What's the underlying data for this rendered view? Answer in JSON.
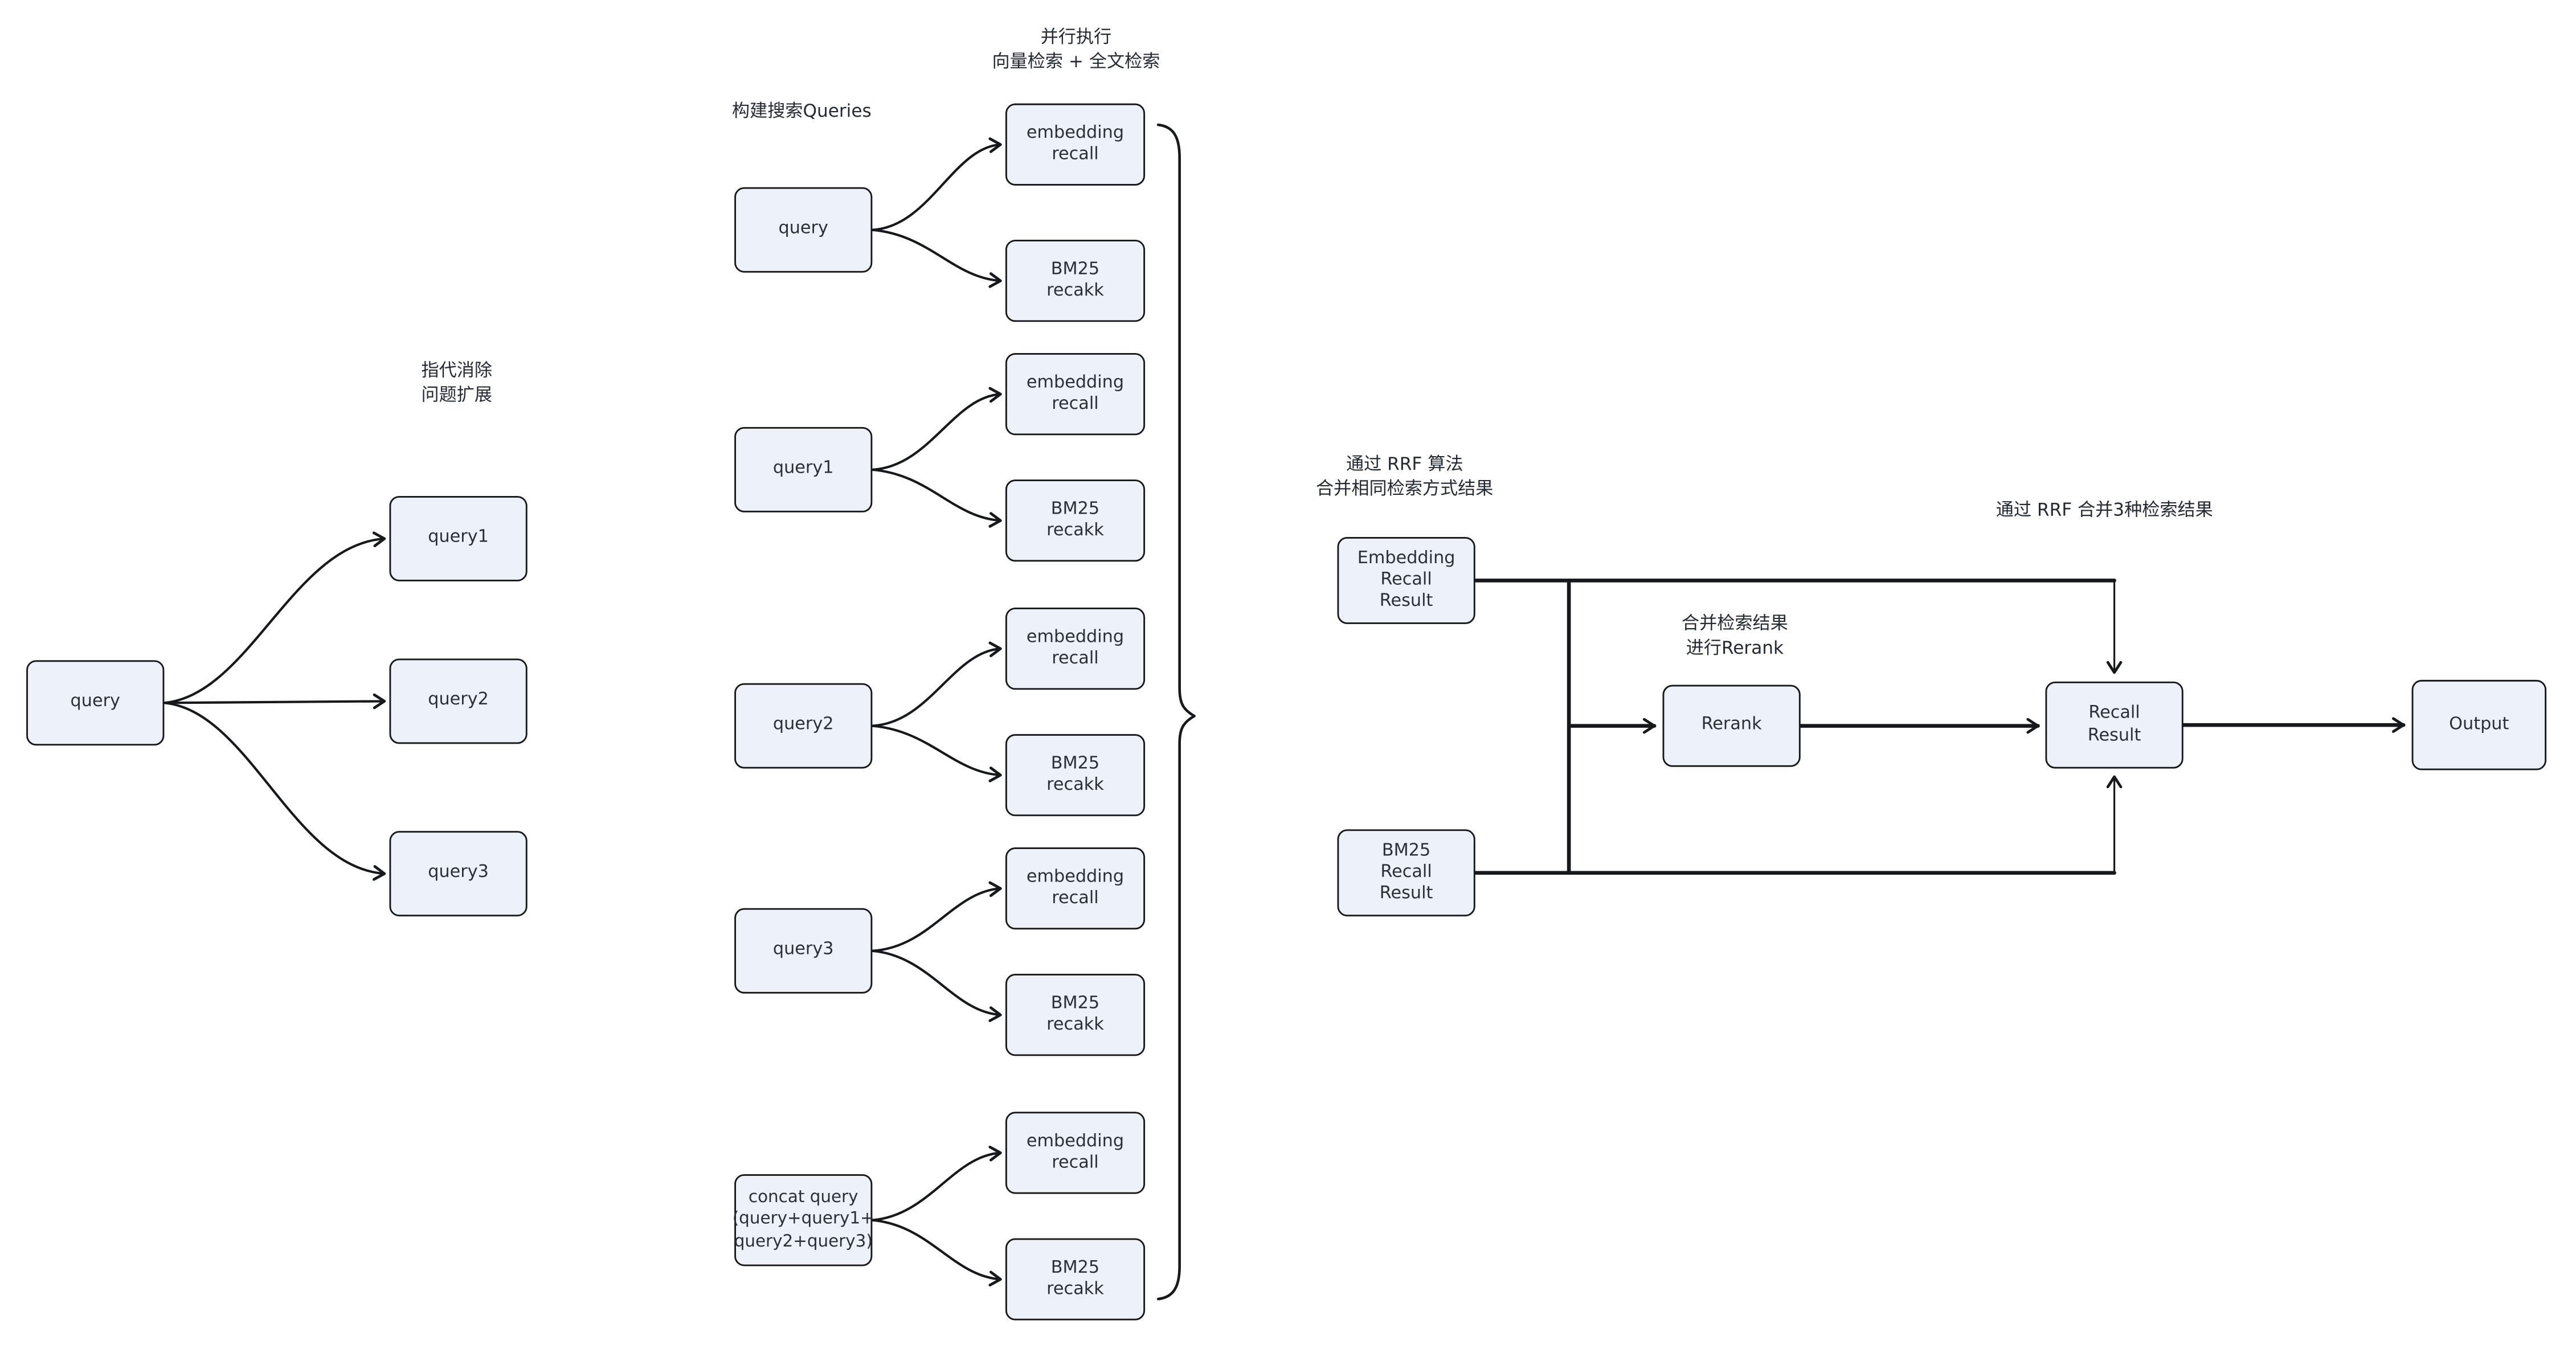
{
  "colors": {
    "background": "#ffffff",
    "node_fill": "#edf1fa",
    "node_border": "#17181a",
    "edge": "#17181a",
    "text": "#2b3036"
  },
  "annotations": {
    "coref_expand": "指代消除\n问题扩展",
    "build_queries": "构建搜索Queries",
    "parallel_exec": "并行执行\n向量检索 + 全文检索",
    "rrf_merge_same": "通过 RRF 算法\n合并相同检索方式结果",
    "merge_rerank": "合并检索结果\n进行Rerank",
    "rrf_merge_three": "通过 RRF 合并3种检索结果"
  },
  "nodes": {
    "left_query": "query",
    "left_query1": "query1",
    "left_query2": "query2",
    "left_query3": "query3",
    "mid_query": "query",
    "mid_query1": "query1",
    "mid_query2": "query2",
    "mid_query3": "query3",
    "concat_query": "concat query\n(query+query1+\nquery2+query3)",
    "embedding_recall": "embedding\nrecall",
    "bm25_recakk": "BM25\nrecakk",
    "embedding_recall_result": "Embedding\nRecall\nResult",
    "bm25_recall_result": "BM25\nRecall\nResult",
    "rerank": "Rerank",
    "recall_result": "Recall\nResult",
    "output": "Output"
  }
}
